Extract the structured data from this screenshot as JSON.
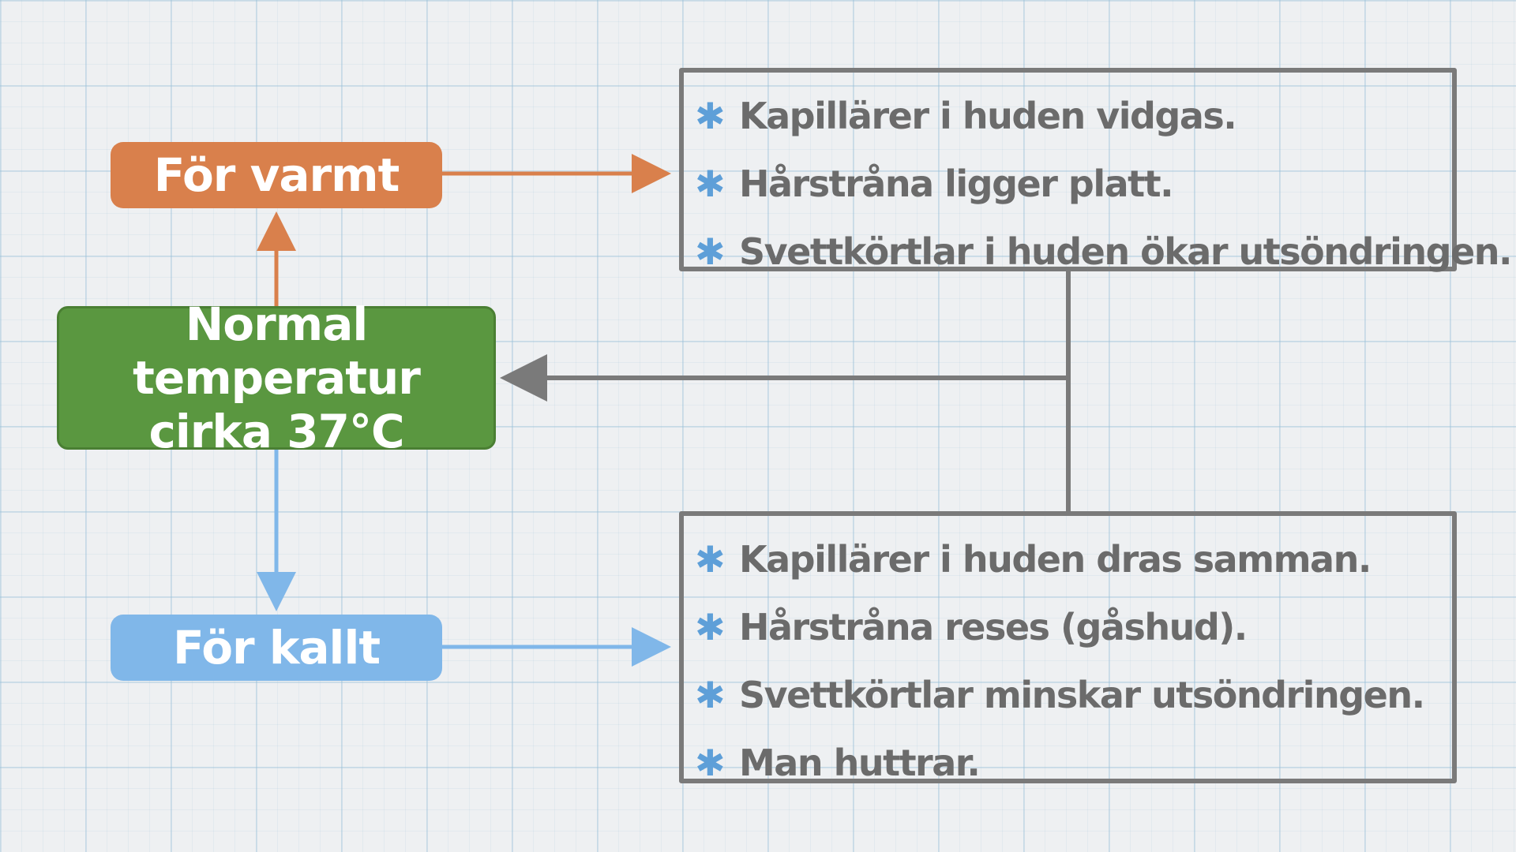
{
  "nodes": {
    "warm": {
      "label": "För varmt",
      "color": "#d9804c"
    },
    "normal": {
      "line1": "Normal temperatur",
      "line2": "cirka 37°C",
      "color": "#5a9740"
    },
    "cold": {
      "label": "För kallt",
      "color": "#80b7e9"
    }
  },
  "warm_effects": [
    {
      "icon": "asterisk-icon",
      "text": "Kapillärer i huden vidgas."
    },
    {
      "icon": "asterisk-icon",
      "text": "Hårstråna ligger platt."
    },
    {
      "icon": "asterisk-icon",
      "text": "Svettkörtlar i huden ökar utsöndringen."
    }
  ],
  "cold_effects": [
    {
      "icon": "asterisk-icon",
      "text": "Kapillärer i huden dras samman."
    },
    {
      "icon": "asterisk-icon",
      "text": "Hårstråna reses (gåshud)."
    },
    {
      "icon": "asterisk-icon",
      "text": "Svettkörtlar minskar utsöndringen."
    },
    {
      "icon": "asterisk-icon",
      "text": "Man huttrar."
    }
  ],
  "colors": {
    "warm_arrow": "#d9804c",
    "cold_arrow": "#80b7e9",
    "feedback_line": "#7a7a7a",
    "bullet": "#5e9fd8",
    "effect_text": "#6b6b6b"
  }
}
